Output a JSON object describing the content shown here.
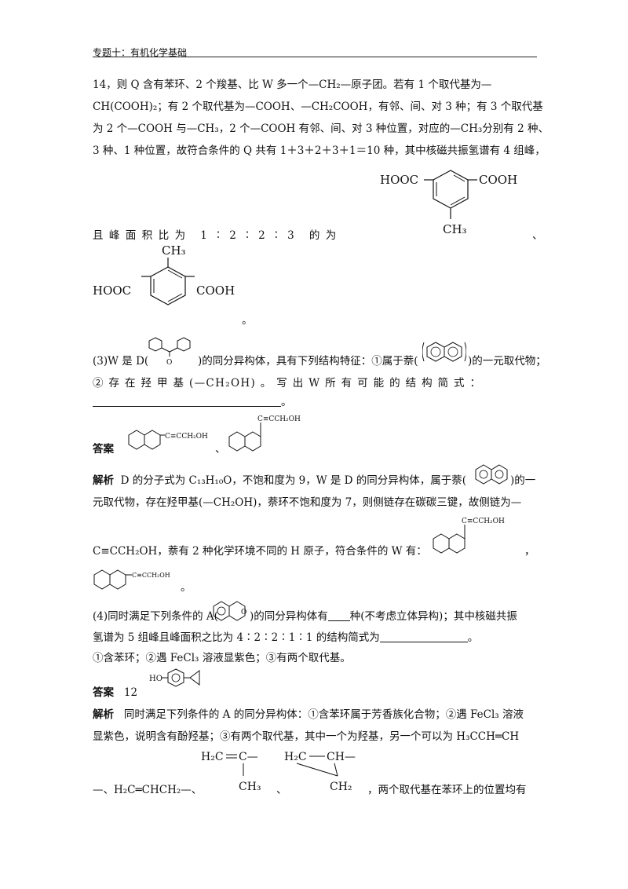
{
  "header": {
    "title": "专题十：有机化学基础"
  },
  "lines": {
    "l1": "14，则 Q 含有苯环、2 个羧基、比 W 多一个—CH₂—原子团。若有 1 个取代基为—",
    "l2": "CH(COOH)₂；有 2 个取代基为—COOH、—CH₂COOH，有邻、间、对 3 种；有 3 个取代基",
    "l3": "为 2 个—COOH 与—CH₃，2 个—COOH 有邻、间、对 3 种位置，对应的—CH₃分别有 2 种、",
    "l4": "3 种、1 种位置，故符合条件的 Q 共有 1＋3＋2＋3＋1＝10 种，其中核磁共振氢谱有 4 组峰，",
    "l5a": "且峰面积比为 1∶2∶2∶3 的为",
    "l5b": "、",
    "l6end": "。",
    "q3a": "(3)W 是 D(",
    "q3b": ")的同分异构体，具有下列结构特征：①属于萘(",
    "q3c": ")的一元取代物；",
    "q3d": "② 存 在 羟 甲 基 (—CH₂OH) 。 写 出 W 所 有 可 能 的 结 构 简 式 ：",
    "q3blank_end": "。",
    "ans_label": "答案",
    "ans3_sep": "、",
    "jx_label": "解析",
    "jx1a": "D 的分子式为 C₁₃H₁₀O，不饱和度为 9，W 是 D 的同分异构体，属于萘(",
    "jx1b": ")的一",
    "jx2": "元取代物，存在羟甲基(—CH₂OH)，萘环不饱和度为 7，则侧链存在碳碳三键，故侧链为—",
    "jx3a": "C≡CCH₂OH，萘有 2 种化学环境不同的 H 原子，符合条件的 W 有：",
    "jx3b": "，",
    "jx4end": "。",
    "q4a": "(4)同时满足下列条件的 A(",
    "q4b": ")的同分异构体有",
    "q4c": "种(不考虑立体异构)；其中核磁共振",
    "q4d": "氢谱为 5 组峰且峰面积之比为 4∶2∶2∶1∶1 的结构简式为",
    "q4d_end": "。",
    "q4e": "①含苯环；②遇 FeCl₃ 溶液显紫色；③有两个取代基。",
    "ans4_num": "12",
    "jx4_1": "同时满足下列条件的 A 的同分异构体：①含苯环属于芳香族化合物；②遇 FeCl₃ 溶液",
    "jx4_2": "显紫色，说明含有酚羟基；③有两个取代基，其中一个为羟基，另一个可以为 H₃CCH═CH",
    "jx4_3a": "—、H₂C═CHCH₂—、",
    "jx4_3b": "、",
    "jx4_3c": "，两个取代基在苯环上的位置均有"
  },
  "molecules": {
    "m1": {
      "left": "HOOC",
      "right": "COOH",
      "bottom": "CH₃"
    },
    "m2": {
      "top": "CH₃",
      "left": "HOOC",
      "right": "COOH"
    },
    "d_o": "O",
    "ring_o": "O",
    "alkyne_side": "C≡CCH₂OH",
    "alkyne_side_small": "C≡CCH₂OH",
    "ans4_ho": "HO",
    "frag1": {
      "a": "H₂C",
      "b": "C—",
      "c": "CH₃"
    },
    "frag2": {
      "a": "H₂C",
      "b": "CH—",
      "c": "CH₂"
    }
  }
}
